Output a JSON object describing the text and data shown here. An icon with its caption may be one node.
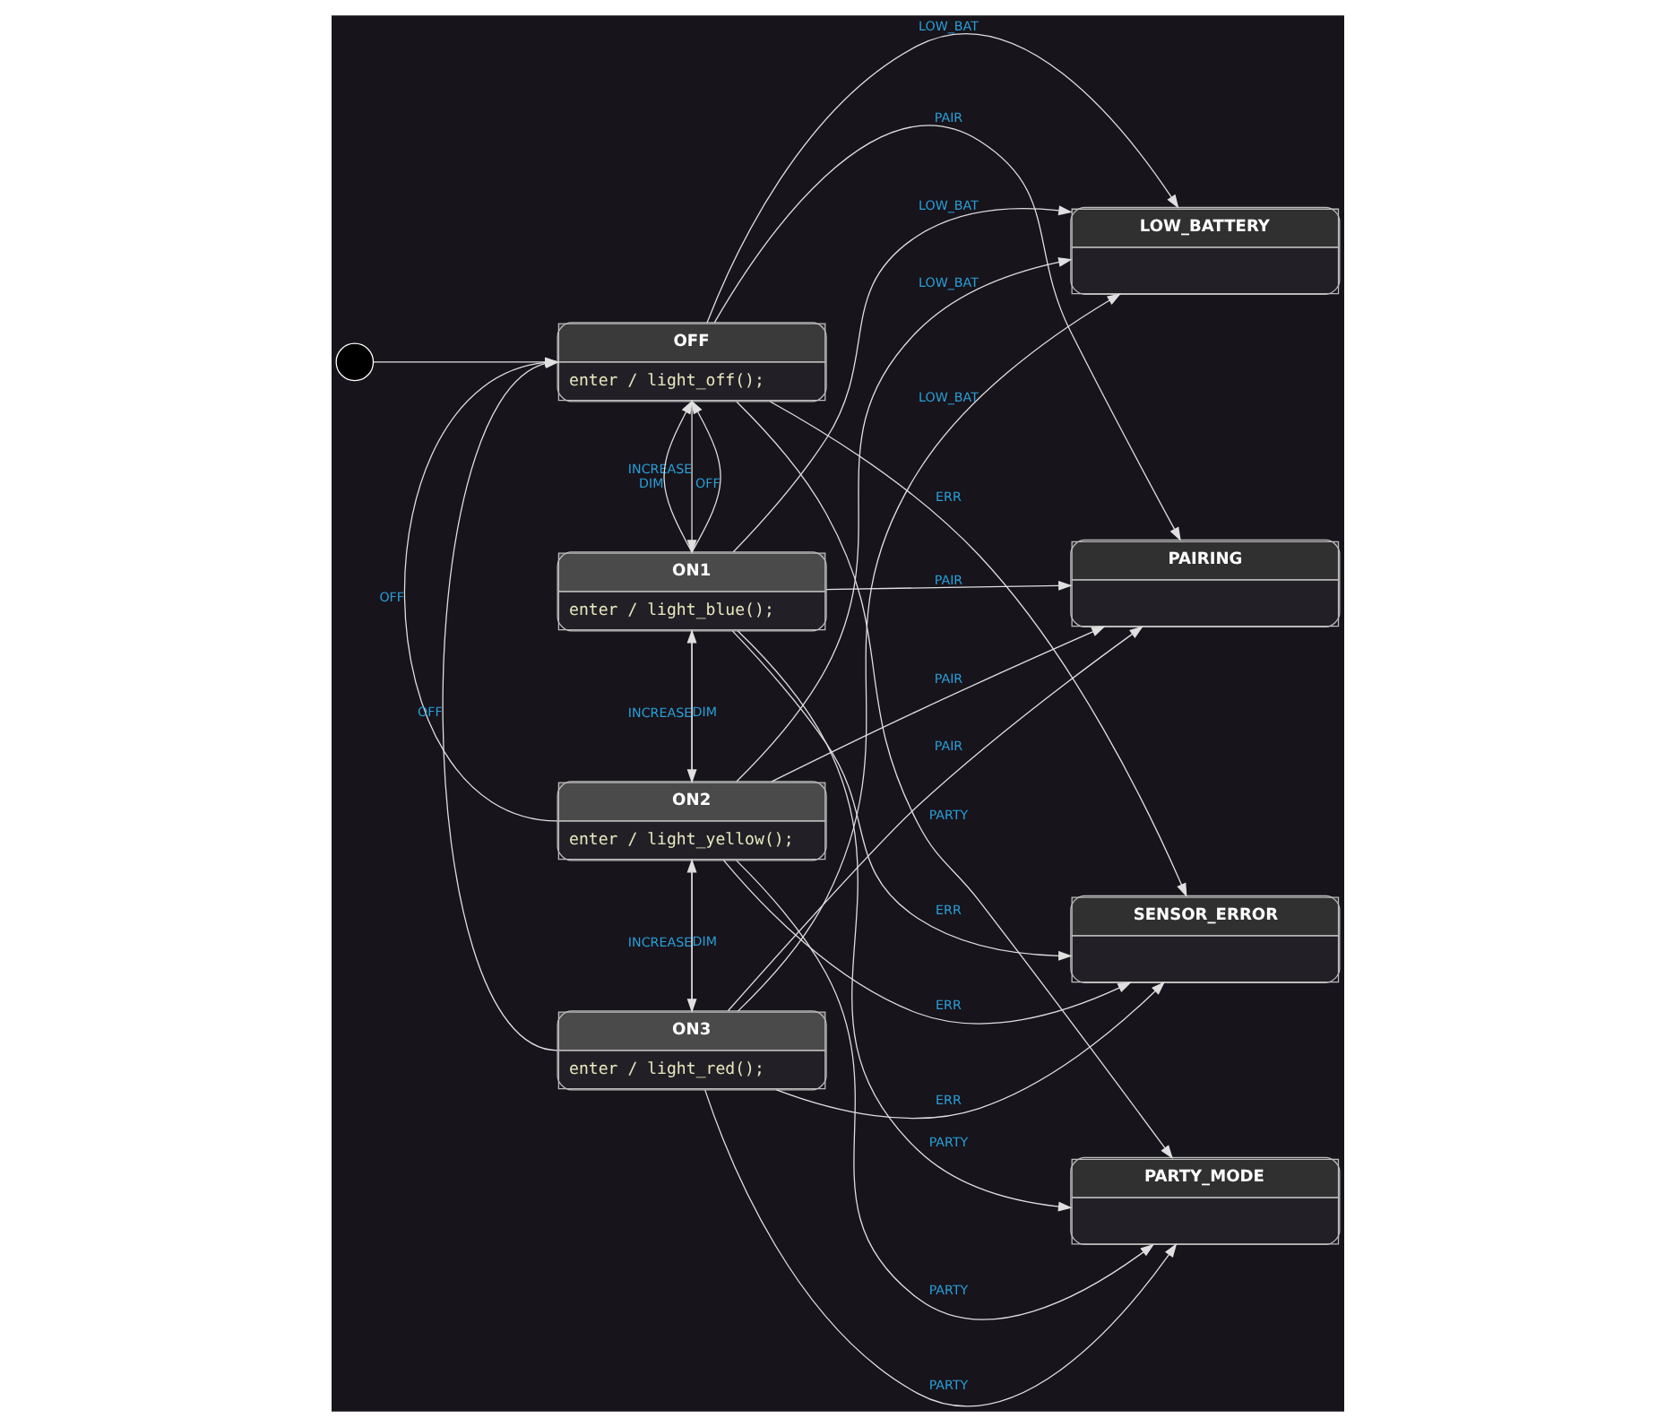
{
  "diagram": {
    "nodes": [
      {
        "text": [],
        "shape": "circle"
      },
      {
        "text": [
          "OFF",
          "enter / light_off();"
        ]
      },
      {
        "text": [
          "LOW_BATTERY"
        ]
      },
      {
        "text": [
          "ON1",
          "enter / light_blue();"
        ]
      },
      {
        "text": [
          "PAIRING"
        ]
      },
      {
        "text": [
          "ON2",
          "enter / light_yellow();"
        ]
      },
      {
        "text": [
          "SENSOR_ERROR"
        ]
      },
      {
        "text": [
          "ON3",
          "enter / light_red();"
        ]
      },
      {
        "text": [
          "PARTY_MODE"
        ]
      }
    ],
    "edges": [
      {
        "from": 0,
        "to": 1,
        "arrow": "to"
      },
      {
        "from": 1,
        "to": 3,
        "arrow": "to",
        "label": "INCREASE"
      },
      {
        "from": 3,
        "to": 1,
        "arrow": "to",
        "label": "DIM"
      },
      {
        "from": 3,
        "to": 1,
        "arrow": "to",
        "label": "OFF"
      },
      {
        "from": 3,
        "to": 5,
        "arrow": "to",
        "label": "INCREASE"
      },
      {
        "from": 5,
        "to": 3,
        "arrow": "to",
        "label": "DIM"
      },
      {
        "from": 5,
        "to": 1,
        "arrow": "to",
        "label": "OFF"
      },
      {
        "from": 5,
        "to": 7,
        "arrow": "to",
        "label": "INCREASE"
      },
      {
        "from": 7,
        "to": 5,
        "arrow": "to",
        "label": "DIM"
      },
      {
        "from": 7,
        "to": 1,
        "arrow": "to",
        "label": "OFF"
      },
      {
        "from": 1,
        "to": 2,
        "arrow": "to",
        "label": "LOW_BAT"
      },
      {
        "from": 1,
        "to": 4,
        "arrow": "to",
        "label": "PAIR"
      },
      {
        "from": 1,
        "to": 6,
        "arrow": "to",
        "label": "ERR"
      },
      {
        "from": 1,
        "to": 8,
        "arrow": "to",
        "label": "PARTY"
      },
      {
        "from": 3,
        "to": 2,
        "arrow": "to",
        "label": "LOW_BAT"
      },
      {
        "from": 3,
        "to": 4,
        "arrow": "to",
        "label": "PAIR"
      },
      {
        "from": 3,
        "to": 6,
        "arrow": "to",
        "label": "ERR"
      },
      {
        "from": 3,
        "to": 8,
        "arrow": "to",
        "label": "PARTY"
      },
      {
        "from": 5,
        "to": 2,
        "arrow": "to",
        "label": "LOW_BAT"
      },
      {
        "from": 5,
        "to": 4,
        "arrow": "to",
        "label": "PAIR"
      },
      {
        "from": 5,
        "to": 6,
        "arrow": "to",
        "label": "ERR"
      },
      {
        "from": 5,
        "to": 8,
        "arrow": "to",
        "label": "PARTY"
      },
      {
        "from": 7,
        "to": 2,
        "arrow": "to",
        "label": "LOW_BAT"
      },
      {
        "from": 7,
        "to": 4,
        "arrow": "to",
        "label": "PAIR"
      },
      {
        "from": 7,
        "to": 6,
        "arrow": "to",
        "label": "ERR"
      },
      {
        "from": 7,
        "to": 8,
        "arrow": "to",
        "label": "PARTY"
      }
    ]
  }
}
